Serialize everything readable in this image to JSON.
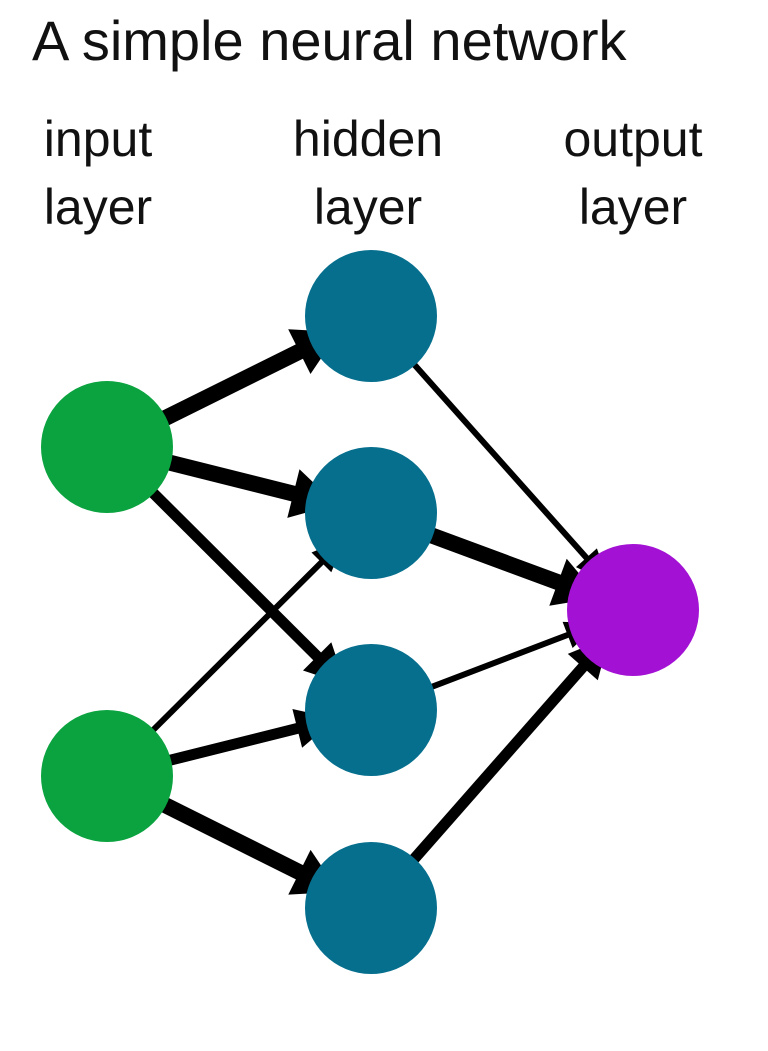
{
  "title": "A simple neural network",
  "layers": [
    {
      "id": "input",
      "label_line1": "input",
      "label_line2": "layer"
    },
    {
      "id": "hidden",
      "label_line1": "hidden",
      "label_line2": "layer"
    },
    {
      "id": "output",
      "label_line1": "output",
      "label_line2": "layer"
    }
  ],
  "colors": {
    "input_node": "#0aa33f",
    "hidden_node": "#066f8e",
    "output_node": "#a312d4",
    "arrow": "#000000",
    "text": "#111111"
  },
  "nodes": [
    {
      "id": "i1",
      "layer": "input"
    },
    {
      "id": "i2",
      "layer": "input"
    },
    {
      "id": "h1",
      "layer": "hidden"
    },
    {
      "id": "h2",
      "layer": "hidden"
    },
    {
      "id": "h3",
      "layer": "hidden"
    },
    {
      "id": "h4",
      "layer": "hidden"
    },
    {
      "id": "o1",
      "layer": "output"
    }
  ],
  "edges": [
    {
      "from": "i1",
      "to": "h1",
      "weight": "strong"
    },
    {
      "from": "i1",
      "to": "h2",
      "weight": "strong"
    },
    {
      "from": "i1",
      "to": "h3",
      "weight": "medium"
    },
    {
      "from": "i2",
      "to": "h2",
      "weight": "thin"
    },
    {
      "from": "i2",
      "to": "h3",
      "weight": "medium"
    },
    {
      "from": "i2",
      "to": "h4",
      "weight": "strong"
    },
    {
      "from": "h1",
      "to": "o1",
      "weight": "thin"
    },
    {
      "from": "h2",
      "to": "o1",
      "weight": "strong"
    },
    {
      "from": "h3",
      "to": "o1",
      "weight": "thin"
    },
    {
      "from": "h4",
      "to": "o1",
      "weight": "medium"
    }
  ]
}
